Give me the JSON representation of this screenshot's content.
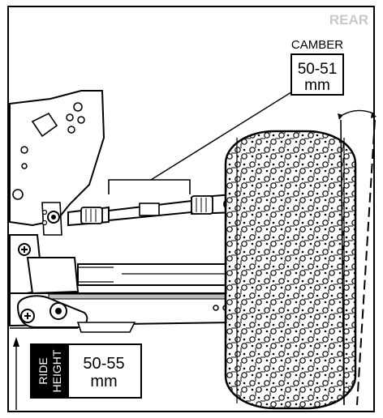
{
  "corner_label": "REAR",
  "camber": {
    "title": "CAMBER",
    "value_line1": "50-51",
    "value_line2": "mm"
  },
  "ride_height": {
    "label_line1": "RIDE",
    "label_line2": "HEIGHT",
    "value_line1": "50-55",
    "value_line2": "mm"
  },
  "colors": {
    "ink": "#000000",
    "label_bg": "#000000",
    "label_text": "#ffffff",
    "muted_label": "#c8c8c8",
    "metal": "#bdbdbd"
  }
}
